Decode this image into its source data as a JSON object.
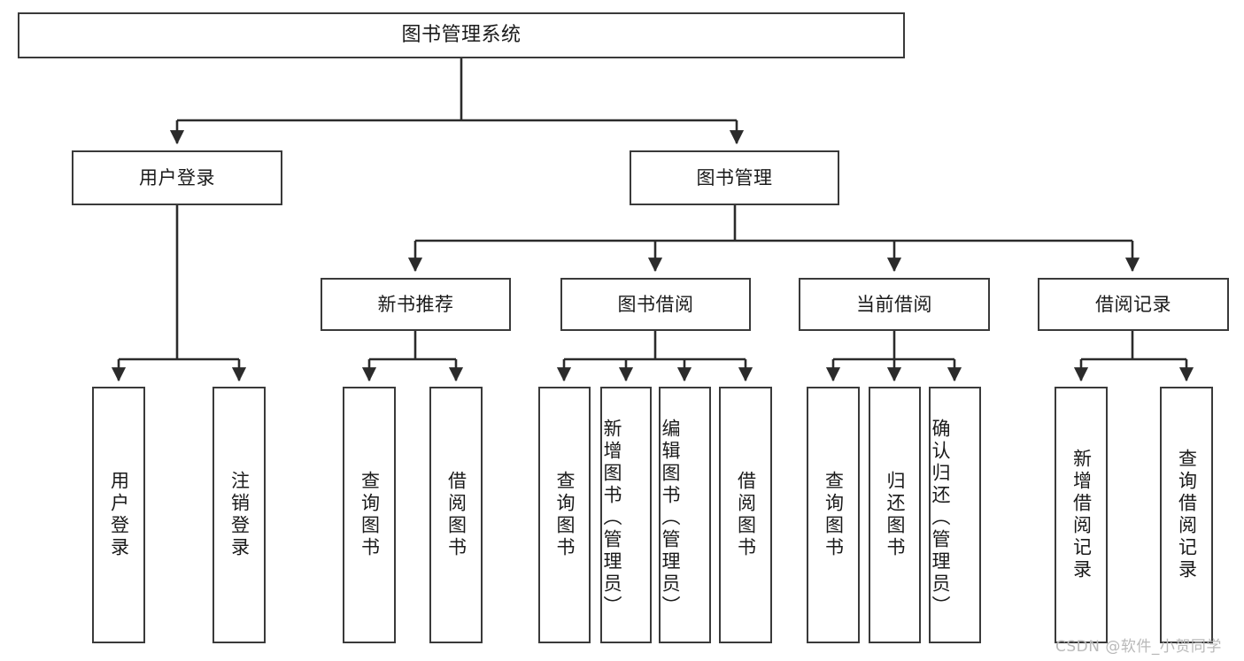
{
  "diagram": {
    "title": "图书管理系统",
    "type": "tree-hierarchy",
    "watermark": "CSDN @软件_小贺同学",
    "colors": {
      "box_border": "#3a3a3a",
      "box_fill": "#ffffff",
      "edge": "#2b2b2b",
      "text": "#1a1a1a",
      "watermark": "#b9b9b9",
      "background": "#ffffff"
    },
    "levels": {
      "root": {
        "label": "图书管理系统"
      },
      "level2": [
        {
          "label": "用户登录"
        },
        {
          "label": "图书管理"
        }
      ],
      "level3": [
        {
          "label": "新书推荐"
        },
        {
          "label": "图书借阅"
        },
        {
          "label": "当前借阅"
        },
        {
          "label": "借阅记录"
        }
      ],
      "leaves": [
        {
          "label": "用户登录",
          "parent": "用户登录"
        },
        {
          "label": "注销登录",
          "parent": "用户登录"
        },
        {
          "label": "查询图书",
          "parent": "新书推荐"
        },
        {
          "label": "借阅图书",
          "parent": "新书推荐"
        },
        {
          "label": "查询图书",
          "parent": "图书借阅"
        },
        {
          "label": "新增图书（管理员）",
          "parent": "图书借阅"
        },
        {
          "label": "编辑图书（管理员）",
          "parent": "图书借阅"
        },
        {
          "label": "借阅图书",
          "parent": "图书借阅"
        },
        {
          "label": "查询图书",
          "parent": "当前借阅"
        },
        {
          "label": "归还图书",
          "parent": "当前借阅"
        },
        {
          "label": "确认归还（管理员）",
          "parent": "当前借阅"
        },
        {
          "label": "新增借阅记录",
          "parent": "借阅记录"
        },
        {
          "label": "查询借阅记录",
          "parent": "借阅记录"
        }
      ]
    }
  }
}
